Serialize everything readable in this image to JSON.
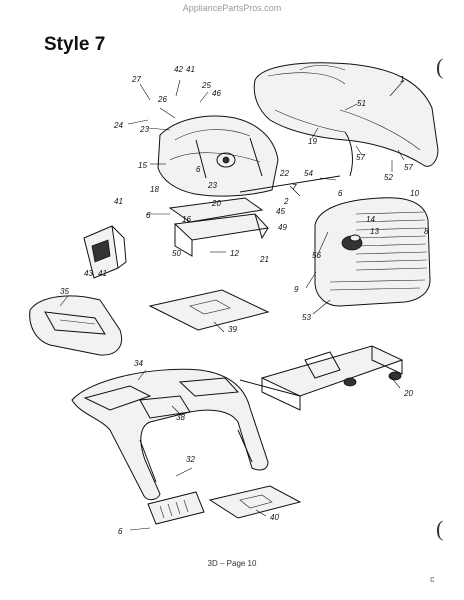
{
  "header": {
    "watermark": "AppliancePartsPros.com",
    "title": "Style 7"
  },
  "footer": {
    "page_text": "3D – Page 10",
    "corner_mark": "c"
  },
  "binder_marks": [
    "(",
    "("
  ],
  "parts": {
    "p1": "1",
    "p2": "2",
    "p6a": "6",
    "p6b": "6",
    "p6c": "6",
    "p6d": "6",
    "p7": "7",
    "p8": "8",
    "p9": "9",
    "p10": "10",
    "p12": "12",
    "p13": "13",
    "p14": "14",
    "p15": "15",
    "p16": "16",
    "p18": "18",
    "p19": "19",
    "p20a": "20",
    "p20b": "20",
    "p21": "21",
    "p22": "22",
    "p23a": "23",
    "p23b": "23",
    "p24": "24",
    "p25": "25",
    "p26": "26",
    "p27": "27",
    "p32": "32",
    "p34": "34",
    "p35": "35",
    "p38": "38",
    "p39": "39",
    "p40": "40",
    "p41a": "41",
    "p41b": "41",
    "p41c": "41",
    "p42": "42",
    "p43": "43",
    "p45": "45",
    "p46": "46",
    "p49": "49",
    "p50": "50",
    "p51": "51",
    "p52": "52",
    "p53": "53",
    "p54": "54",
    "p56": "56",
    "p57a": "57",
    "p57b": "57"
  }
}
